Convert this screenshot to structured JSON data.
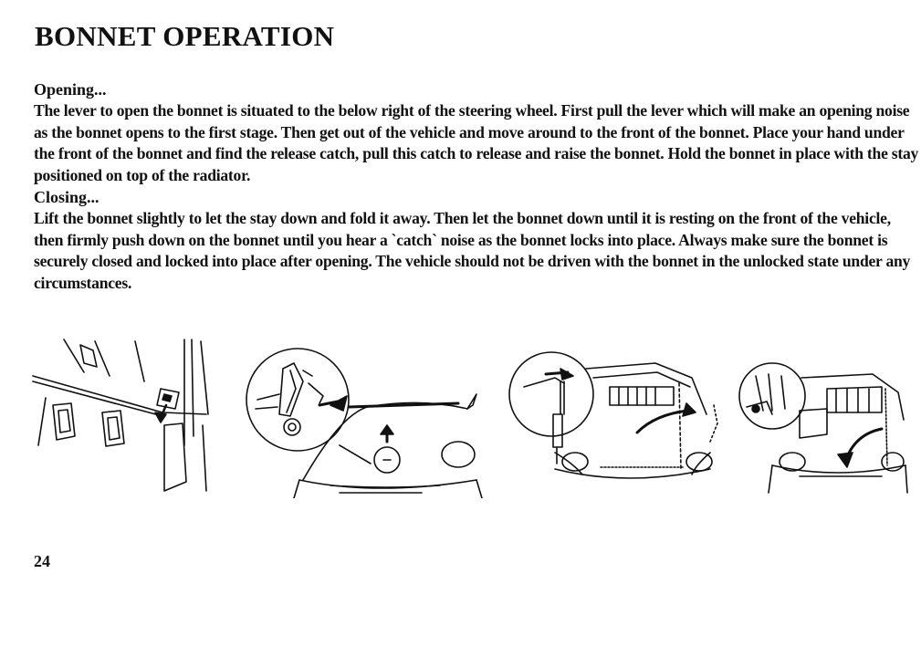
{
  "title": "BONNET OPERATION",
  "sections": [
    {
      "heading": "Opening...",
      "text": "The lever to open the bonnet is situated to the below right of the steering wheel. First pull the lever which will make an opening noise as the bonnet opens to the first stage. Then get out of the vehicle and move around to the front of the bonnet. Place your hand under the front of the bonnet and find the release catch, pull this catch to release and raise the bonnet. Hold the bonnet in place with the stay positioned on top of the radiator."
    },
    {
      "heading": "Closing...",
      "text": "Lift the bonnet slightly to let the stay down and fold it away. Then let the bonnet down until it is resting on the front of the vehicle, then firmly push down on the bonnet until you hear a `catch` noise as the bonnet locks into place. Always make sure the bonnet is securely closed and locked into place after opening. The vehicle should not be driven with the bonnet in the unlocked state under any circumstances."
    }
  ],
  "page_number": "24"
}
